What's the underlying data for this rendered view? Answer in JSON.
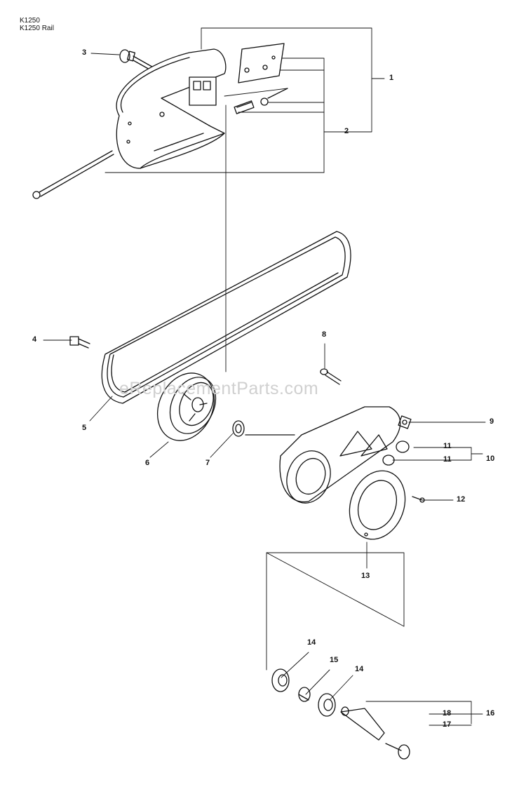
{
  "header": {
    "model_line_1": "K1250",
    "model_line_2": "K1250 Rail"
  },
  "watermark": "eReplacementParts.com",
  "callouts": {
    "c1": "1",
    "c2": "2",
    "c3": "3",
    "c4": "4",
    "c5": "5",
    "c6": "6",
    "c7": "7",
    "c8": "8",
    "c9": "9",
    "c10": "10",
    "c11a": "11",
    "c11b": "11",
    "c12": "12",
    "c13": "13",
    "c14a": "14",
    "c14b": "14",
    "c15": "15",
    "c16": "16",
    "c17": "17",
    "c18": "18"
  }
}
